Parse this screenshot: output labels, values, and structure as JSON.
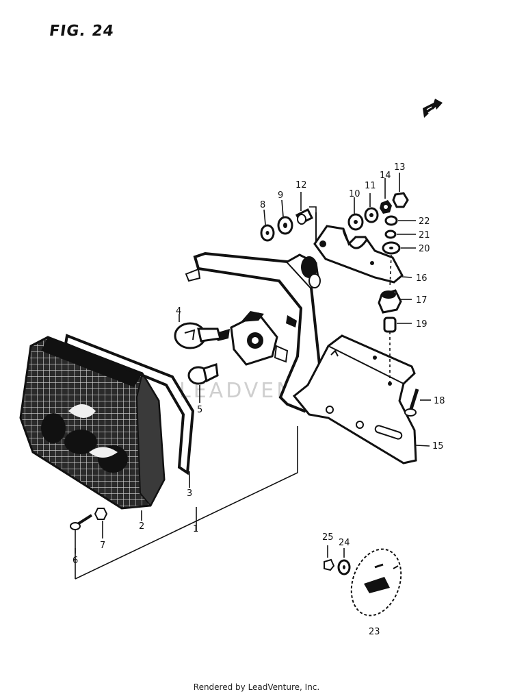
{
  "figure": {
    "title": "FIG. 24"
  },
  "watermark": {
    "text": "LEADVENTURE"
  },
  "footer": {
    "text": "Rendered by LeadVenture, Inc."
  },
  "part_numbers": {
    "p1": "1",
    "p2": "2",
    "p3": "3",
    "p4": "4",
    "p5": "5",
    "p6": "6",
    "p7": "7",
    "p8": "8",
    "p9": "9",
    "p10": "10",
    "p11": "11",
    "p12": "12",
    "p13": "13",
    "p14": "14",
    "p15": "15",
    "p16": "16",
    "p17": "17",
    "p18": "18",
    "p19": "19",
    "p20": "20",
    "p21": "21",
    "p22": "22",
    "p23": "23",
    "p24": "24",
    "p25": "25"
  },
  "colors": {
    "ink": "#111111",
    "paper": "#ffffff",
    "watermark": "#cfcfcf"
  },
  "icons": {
    "front_direction": "arrow-icon"
  }
}
